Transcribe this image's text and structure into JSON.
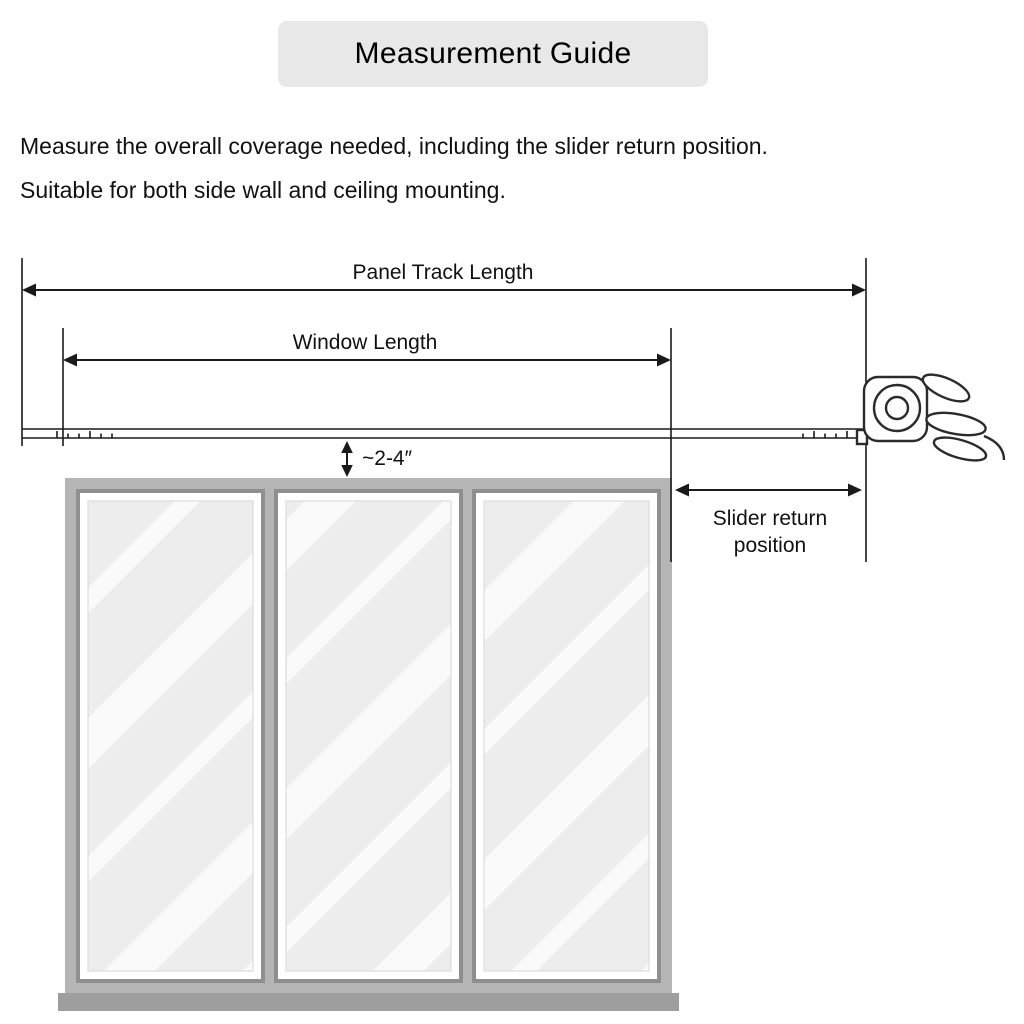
{
  "title": "Measurement Guide",
  "description": {
    "line1": "Measure the overall coverage needed, including the slider return position.",
    "line2": "Suitable for both side wall and ceiling mounting."
  },
  "diagram": {
    "panel_track_label": "Panel Track Length",
    "window_length_label": "Window Length",
    "gap_label": "~2-4″",
    "slider_return_label_line1": "Slider return",
    "slider_return_label_line2": "position",
    "window_panels": 3,
    "icons": [
      "tape-measure-icon",
      "hand-icon"
    ]
  },
  "colors": {
    "title_bg": "#e8e8e8",
    "text": "#111111",
    "line": "#1a1a1a",
    "window_frame": "#b5b5b5",
    "sill": "#9e9e9e",
    "panel_frame_stroke": "#8f8f8f",
    "panel_frame_fill": "#ffffff",
    "glass": "#ededed",
    "glass_stripe": "#fafafa"
  }
}
